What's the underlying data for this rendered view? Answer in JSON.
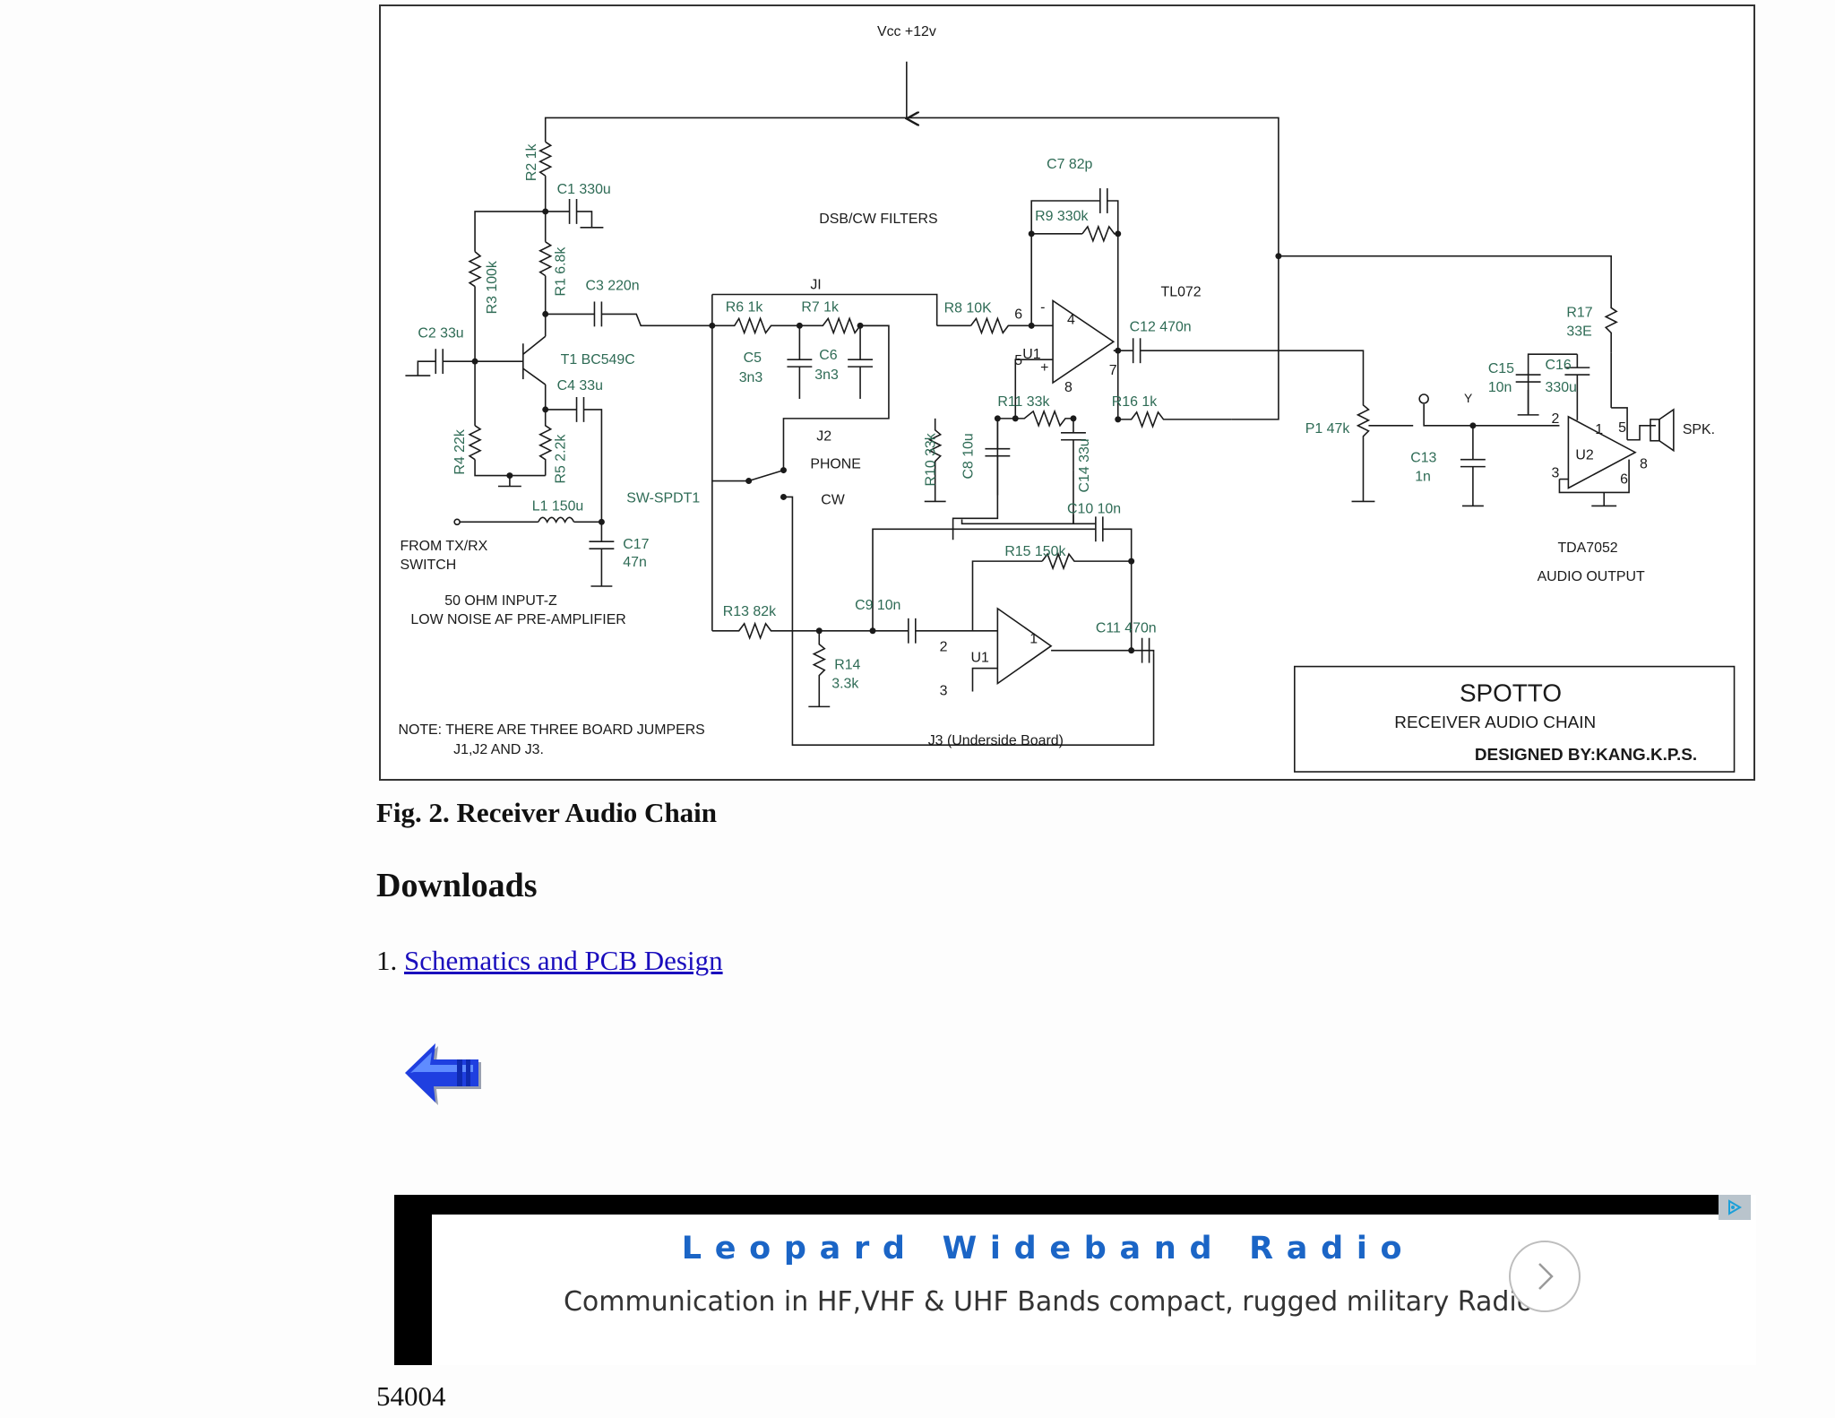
{
  "schematic": {
    "labels": {
      "vcc": "Vcc +12v",
      "dsb_cw_filters": "DSB/CW FILTERS",
      "j1": "JI",
      "j2": "J2",
      "j3": "J3 (Underside Board)",
      "phone": "PHONE",
      "cw": "CW",
      "sw": "SW-SPDT1",
      "tl072": "TL072",
      "from1": "FROM TX/RX",
      "from2": "SWITCH",
      "preamp1": "50 OHM INPUT-Z",
      "preamp2": "LOW NOISE AF PRE-AMPLIFIER",
      "note1": "NOTE: THERE ARE THREE BOARD JUMPERS",
      "note2": "J1,J2 AND J3.",
      "tda": "TDA7052",
      "audio_output": "AUDIO OUTPUT",
      "spk": "SPK.",
      "title_box_title": "SPOTTO",
      "title_box_sub": "RECEIVER AUDIO CHAIN",
      "title_box_designer": "DESIGNED BY:KANG.K.P.S."
    },
    "components": {
      "r2": "R2 1k",
      "c1": "C1  330u",
      "r3": "R3 100k",
      "r1": "R1 6.8k",
      "c3": "C3 220n",
      "c2": "C2 33u",
      "t1": "T1 BC549C",
      "c4": "C4 33u",
      "r4": "R4 22k",
      "r5": "R5 2.2k",
      "l1": "L1 150u",
      "c17a": "C17",
      "c17b": "47n",
      "r6": "R6 1k",
      "r7": "R7 1k",
      "c5a": "C5",
      "c5b": "3n3",
      "c6a": "C6",
      "c6b": "3n3",
      "r8": "R8 10K",
      "c7": "C7 82p",
      "r9": "R9 330k",
      "u1a": "U1",
      "c12": "C12 470n",
      "r11": "R11 33k",
      "r16": "R16 1k",
      "r10": "R10 33k",
      "c8": "C8 10u",
      "c14": "C14 33u",
      "c10": "C10 10n",
      "r15": "R15 150k",
      "c9": "C9 10n",
      "r13": "R13 82k",
      "r14a": "R14",
      "r14b": "3.3k",
      "u1b": "U1",
      "c11": "C11 470n",
      "p1": "P1 47k",
      "c13a": "C13",
      "c13b": "1n",
      "c15a": "C15",
      "c15b": "10n",
      "c16a": "C16",
      "c16b": "330u",
      "r17a": "R17",
      "r17b": "33E",
      "u2": "U2"
    },
    "pins": {
      "p6": "6",
      "p4": "4",
      "p5": "5",
      "p8": "8",
      "p7": "7",
      "p2": "2",
      "p3": "3",
      "p1": "1",
      "u2p1": "1",
      "u2p2": "2",
      "u2p3": "3",
      "u2p5": "5",
      "u2p6": "6",
      "u2p8": "8",
      "minus": "-",
      "plus": "+"
    }
  },
  "caption": "Fig. 2. Receiver Audio Chain",
  "downloads": {
    "heading": "Downloads",
    "number": "1.",
    "link_text": "Schematics and PCB Design"
  },
  "ad": {
    "title": "Leopard Wideband Radio",
    "text": "Communication in HF,VHF & UHF Bands compact, rugged military Radio"
  },
  "page_counter": "54004",
  "colors": {
    "wire": "#1a1a1a",
    "component_label": "#2e6b55",
    "link": "#1a0dbd",
    "ad_title": "#1b65c6"
  },
  "icons": {
    "back": "back-arrow-icon",
    "next": "chevron-right-icon",
    "ad_choices": "ad-choices-icon"
  }
}
